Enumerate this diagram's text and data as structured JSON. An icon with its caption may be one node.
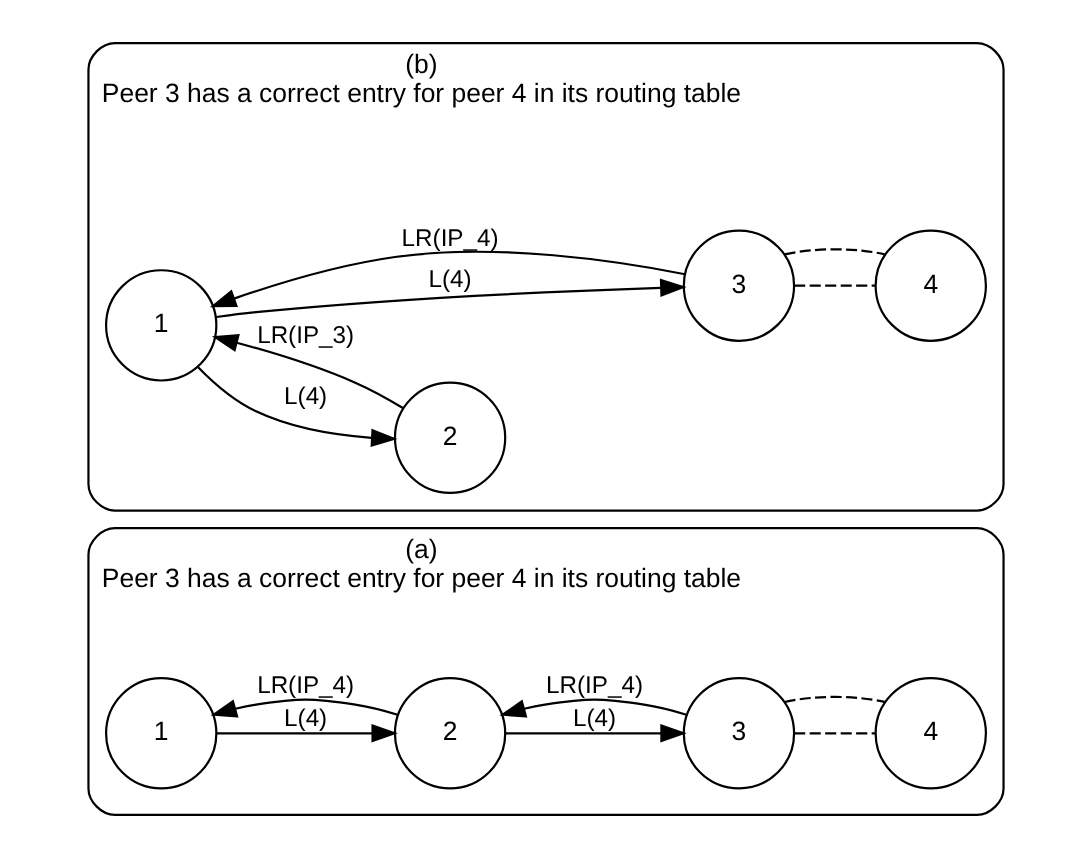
{
  "diagram": {
    "nodes": [
      {
        "text": [
          "(a)",
          "Peer 3 has a correct entry for peer 4 in its routing table"
        ]
      },
      {
        "text": [
          "1"
        ],
        "in": 0
      },
      {
        "text": [
          "2"
        ],
        "in": 0
      },
      {
        "text": [
          "3"
        ],
        "in": 0
      },
      {
        "text": [
          "4"
        ],
        "in": 0
      },
      {
        "text": [
          "(b)",
          "Peer 3 has a correct entry for peer 4 in its routing table"
        ]
      },
      {
        "text": [
          "1"
        ],
        "in": 5
      },
      {
        "text": [
          "2"
        ],
        "in": 5
      },
      {
        "text": [
          "3"
        ],
        "in": 5
      },
      {
        "text": [
          "4"
        ],
        "in": 5
      }
    ],
    "edges": [
      {
        "from": 1,
        "to": 2,
        "arrow": "to",
        "label": "L(4)"
      },
      {
        "from": 2,
        "to": 3,
        "arrow": "to",
        "label": "L(4)"
      },
      {
        "from": 2,
        "to": 1,
        "arrow": "to",
        "label": "LR(IP_4)"
      },
      {
        "from": 3,
        "to": 2,
        "arrow": "to",
        "label": "LR(IP_4)"
      },
      {
        "from": 3,
        "to": 4,
        "arrow": "none",
        "style": "dashed"
      },
      {
        "from": 3,
        "to": 4,
        "arrow": "none",
        "style": "dashed"
      },
      {
        "from": 6,
        "to": 8,
        "arrow": "to",
        "label": "L(4)"
      },
      {
        "from": 6,
        "to": 7,
        "arrow": "to",
        "label": "L(4)"
      },
      {
        "from": 7,
        "to": 6,
        "arrow": "to",
        "label": "LR(IP_3)"
      },
      {
        "from": 8,
        "to": 6,
        "arrow": "to",
        "label": "LR(IP_4)"
      },
      {
        "from": 8,
        "to": 9,
        "arrow": "none",
        "style": "dashed"
      },
      {
        "from": 8,
        "to": 9,
        "arrow": "none",
        "style": "dashed"
      }
    ]
  }
}
